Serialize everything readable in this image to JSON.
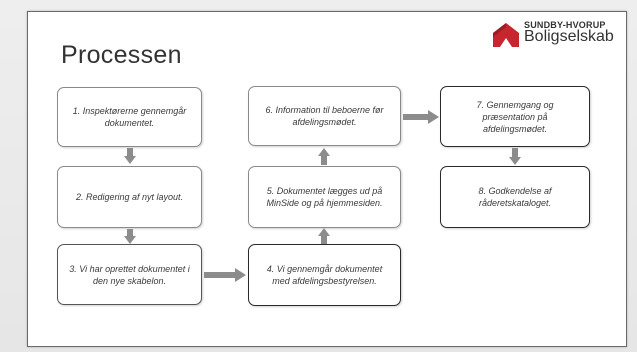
{
  "slide": {
    "title": "Processen",
    "logo": {
      "line1": "SUNDBY-HVORUP",
      "line2": "Boligselskab",
      "colors": {
        "red": "#c7262e",
        "dark": "#333333"
      }
    }
  },
  "steps": [
    {
      "label": "1. Inspektørerne gennemgår dokumentet."
    },
    {
      "label": "2. Redigering af nyt layout."
    },
    {
      "label": "3. Vi har oprettet dokumentet i den nye skabelon."
    },
    {
      "label": "4. Vi gennemgår dokumentet med afdelingsbestyrelsen."
    },
    {
      "label": "5. Dokumentet lægges ud på MinSide og på hjemmesiden."
    },
    {
      "label": "6. Information til beboerne før afdelingsmødet."
    },
    {
      "label": "7. Gennemgang og præsentation på afdelingsmødet."
    },
    {
      "label": "8. Godkendelse af råderetskataloget."
    }
  ],
  "arrow_color": "#8c8c8c"
}
